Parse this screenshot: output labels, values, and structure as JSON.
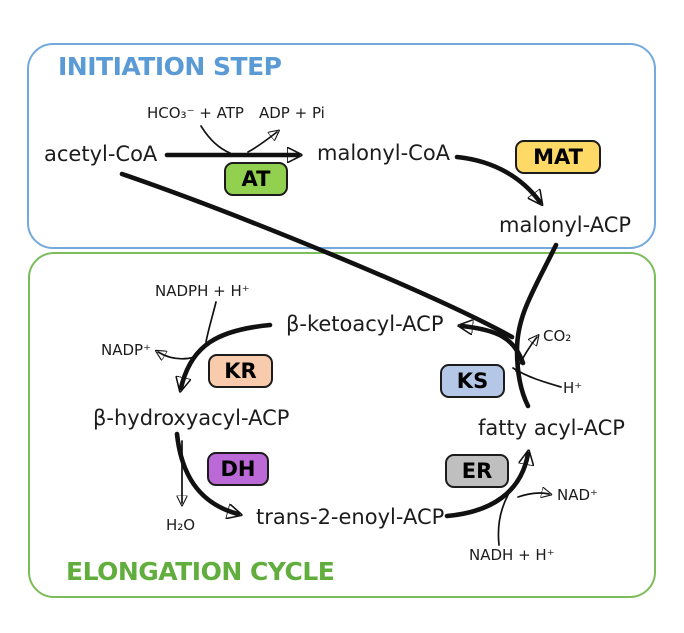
{
  "initiation": {
    "title": "INITIATION STEP",
    "metabolites": {
      "acetyl_coa": "acetyl-CoA",
      "malonyl_coa": "malonyl-CoA",
      "malonyl_acp": "malonyl-ACP"
    },
    "cofactors": {
      "hco3_atp": "HCO₃⁻ + ATP",
      "adp_pi": "ADP + Pi"
    },
    "enzymes": {
      "at": "AT",
      "mat": "MAT"
    }
  },
  "elongation": {
    "title": "ELONGATION CYCLE",
    "metabolites": {
      "beta_ketoacyl_acp": "β-ketoacyl-ACP",
      "beta_hydroxyacyl_acp": "β-hydroxyacyl-ACP",
      "trans_2_enoyl_acp": "trans-2-enoyl-ACP",
      "fatty_acyl_acp": "fatty acyl-ACP"
    },
    "cofactors": {
      "nadph_h": "NADPH + H⁺",
      "nadp": "NADP⁺",
      "h2o": "H₂O",
      "co2": "CO₂",
      "h_plus": "H⁺",
      "nad": "NAD⁺",
      "nadh_h": "NADH + H⁺"
    },
    "enzymes": {
      "kr": "KR",
      "dh": "DH",
      "ks": "KS",
      "er": "ER"
    }
  },
  "colors": {
    "initiation_border": "#74a9dc",
    "initiation_title": "#5b9bd5",
    "elongation_border": "#7cbd5b",
    "elongation_title": "#61ae3e",
    "arrow": "#111111",
    "enzyme_at": "#92d050",
    "enzyme_mat": "#ffd966",
    "enzyme_kr": "#f8cbad",
    "enzyme_dh": "#bb69d6",
    "enzyme_ks": "#b4c7e7",
    "enzyme_er": "#bfbfbf"
  }
}
